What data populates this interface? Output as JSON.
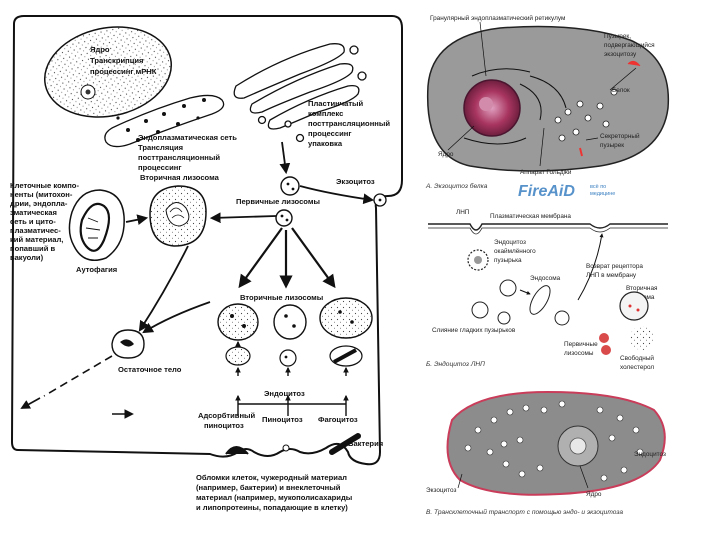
{
  "left_panel": {
    "nucleus_lines": [
      "Ядро",
      "Транскрипция",
      "процессинг мРНК"
    ],
    "er_lines": [
      "Эндоплазматическая сеть",
      "Трансляция",
      "посттрансляционный",
      "процессинг"
    ],
    "golgi_lines": [
      "Пластинчатый",
      "комплекс",
      "посттрансляционный",
      "процессинг",
      "упаковка"
    ],
    "secondary_lysosome": "Вторичная лизосома",
    "primary_lysosomes": "Первичные лизосомы",
    "exocytosis": "Экзоцитоз",
    "cell_components_lines": [
      "Клеточные компо-",
      "ненты (митохон-",
      "дрии, эндопла-",
      "зматическая",
      "сеть и цито-",
      "плазматичес-",
      "кий материал,",
      "попавший в",
      "вакуоли)"
    ],
    "autophagy": "Аутофагия",
    "secondary_lysosomes": "Вторичные лизосомы",
    "residual_body": "Остаточное тело",
    "endocytosis": "Эндоцитоз",
    "absorptive_lines": [
      "Адсорбтивный",
      "пиноцитоз"
    ],
    "pinocytosis": "Пиноцитоз",
    "phagocytosis": "Фагоцитоз",
    "bacteria": "Бактерия",
    "bottom_text_lines": [
      "Обломки клеток, чужеродный материал",
      "(например, бактерии) и внеклеточный",
      "материал (например, мукополисахариды",
      "и липопротеины, попадающие в клетку)"
    ]
  },
  "panel_a": {
    "rough_er": "Гранулярный эндоплазматический ретикулум",
    "vesicle_lines": [
      "Пузырек,",
      "подвергающийся",
      "экзоцитозу"
    ],
    "protein": "Белок",
    "secretory_lines": [
      "Секреторный",
      "пузырек"
    ],
    "nucleus": "Ядро",
    "golgi": "Аппарат Гольджи",
    "caption": "А. Экзоцитоз белка"
  },
  "watermark": {
    "brand": "FireAiD",
    "tag_lines": [
      "всё по",
      "медицине"
    ]
  },
  "panel_b": {
    "ldl": "ЛНП",
    "membrane": "Плазматическая мембрана",
    "coated_lines": [
      "Эндоцитоз",
      "окаймлённого",
      "пузырька"
    ],
    "endosome": "Эндосома",
    "receptor_lines": [
      "Возврат рецептора",
      "ЛНП в мембрану"
    ],
    "secondary_lines": [
      "Вторичная",
      "лизосома"
    ],
    "fusion": "Слияние гладких пузырьков",
    "primary_lines": [
      "Первичные",
      "лизосомы"
    ],
    "cholesterol_lines": [
      "Свободный",
      "холестерол"
    ],
    "caption": "Б. Эндоцитоз ЛНП"
  },
  "panel_c": {
    "endocytosis": "Эндоцитоз",
    "exocytosis": "Экзоцитоз",
    "nucleus": "Ядро",
    "caption": "В. Трансклеточный транспорт с помощью эндо- и экзоцитоза"
  }
}
